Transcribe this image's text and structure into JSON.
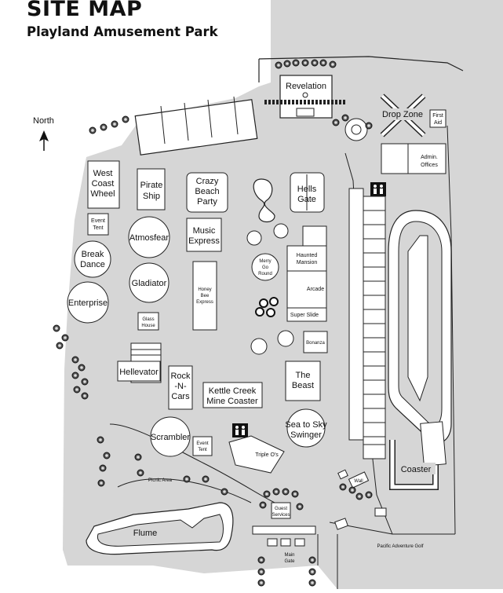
{
  "header": {
    "title": "SITE MAP",
    "subtitle": "Playland Amusement Park"
  },
  "compass": {
    "label": "North"
  },
  "colors": {
    "ground": "#d6d6d6",
    "outline": "#222222",
    "building": "#ffffff"
  },
  "attractions": {
    "revelation": "Revelation",
    "drop_zone": "Drop Zone",
    "first_aid": [
      "First",
      "Aid"
    ],
    "admin_offices": [
      "Admin.",
      "Offices"
    ],
    "west_coast_wheel": [
      "West",
      "Coast",
      "Wheel"
    ],
    "pirate_ship": [
      "Pirate",
      "Ship"
    ],
    "crazy_beach_party": [
      "Crazy",
      "Beach",
      "Party"
    ],
    "hells_gate": [
      "Hells",
      "Gate"
    ],
    "event_tent_top": [
      "Event",
      "Tent"
    ],
    "atmosfear": "Atmosfear",
    "music_express": [
      "Music",
      "Express"
    ],
    "break_dance": [
      "Break",
      "Dance"
    ],
    "merry_go_round": [
      "Merry",
      "Go",
      "Round"
    ],
    "haunted_mansion": [
      "Haunted",
      "Mansion"
    ],
    "gladiator": "Gladiator",
    "honey_bee_express": [
      "Honey",
      "Bee",
      "Express"
    ],
    "arcade": "Arcade",
    "enterprise": "Enterprise",
    "super_slide": "Super Slide",
    "glass_house": [
      "Glass",
      "House"
    ],
    "bonanza": "Bonanza",
    "hellevator": "Hellevator",
    "rock_n_cars": [
      "Rock",
      "-N-",
      "Cars"
    ],
    "the_beast": [
      "The",
      "Beast"
    ],
    "kettle_creek": [
      "Kettle Creek",
      "Mine Coaster"
    ],
    "sea_to_sky": [
      "Sea to Sky",
      "Swinger"
    ],
    "scrambler": "Scrambler",
    "event_tent_bottom": [
      "Event",
      "Tent"
    ],
    "triple_os": "Triple O's",
    "coaster": "Coaster",
    "picnic_area": "Picnic Area",
    "wall": "Wall",
    "guest_services": [
      "Guest",
      "Services"
    ],
    "flume": "Flume",
    "main_gate": [
      "Main",
      "Gate"
    ],
    "pacific_adventure_golf": "Pacific Adventure Golf"
  }
}
